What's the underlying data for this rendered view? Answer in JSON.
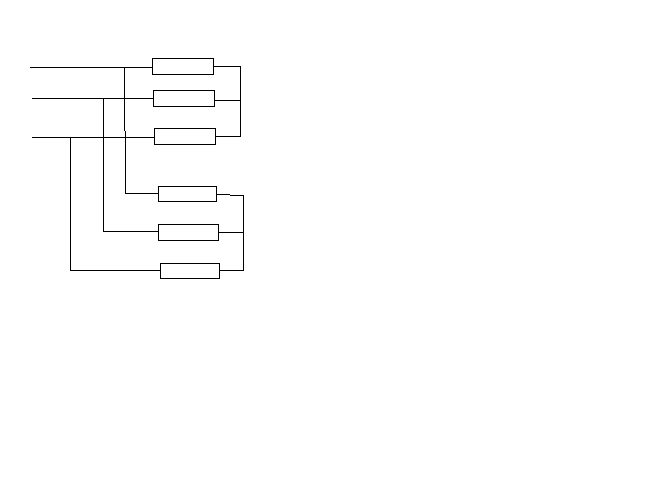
{
  "diagram": {
    "type": "circuit-schematic",
    "colors": {
      "background": "#ffffff",
      "line": "#000000",
      "component_fill": "#ffffff"
    },
    "inputs": [
      {
        "id": "input-1"
      },
      {
        "id": "input-2"
      },
      {
        "id": "input-3"
      }
    ],
    "components": [
      {
        "id": "r1",
        "kind": "resistor"
      },
      {
        "id": "r2",
        "kind": "resistor"
      },
      {
        "id": "r3",
        "kind": "resistor"
      },
      {
        "id": "r4",
        "kind": "resistor"
      },
      {
        "id": "r5",
        "kind": "resistor"
      },
      {
        "id": "r6",
        "kind": "resistor"
      }
    ],
    "groups": [
      {
        "id": "upper-parallel-group",
        "members": [
          "r1",
          "r2",
          "r3"
        ]
      },
      {
        "id": "lower-parallel-group",
        "members": [
          "r4",
          "r5",
          "r6"
        ]
      }
    ]
  }
}
